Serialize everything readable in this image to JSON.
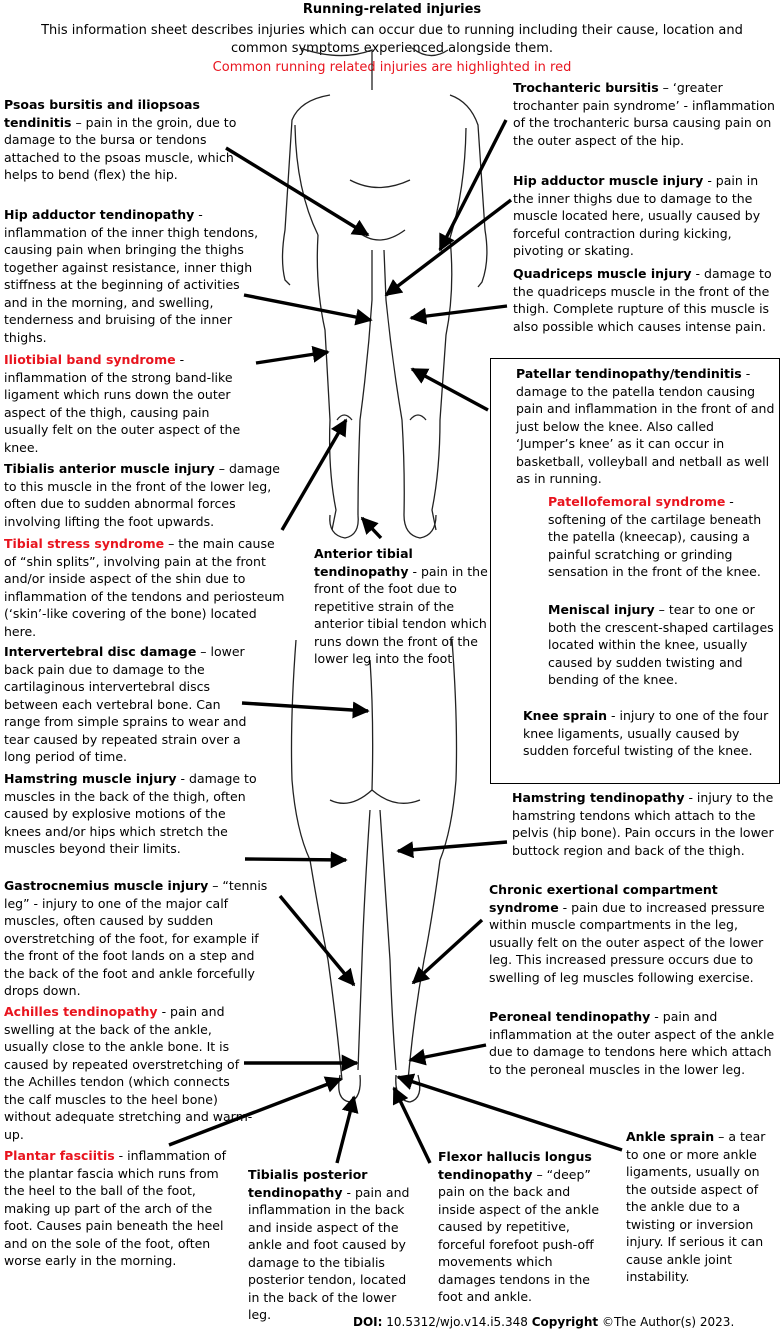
{
  "header": {
    "title": "Running-related injuries",
    "description": "This information sheet describes injuries which can occur due to running including their cause, location and common symptoms experienced alongside them.",
    "highlight_note": "Common running related injuries are highlighted in red",
    "highlight_color": "#e8141e"
  },
  "injuries": {
    "psoas": {
      "name": "Psoas bursitis and iliopsoas tendinitis",
      "desc": " – pain in the groin, due to damage to the bursa or tendons attached to the psoas muscle, which helps to bend (flex) the hip."
    },
    "hip_add_tend": {
      "name": "Hip adductor tendinopathy",
      "desc": " - inflammation of the inner thigh tendons, causing pain when bringing the thighs together against resistance, inner thigh stiffness at the beginning of activities and in the morning, and swelling, tenderness and bruising of the inner thighs."
    },
    "itb": {
      "name": "Iliotibial band syndrome",
      "desc": " - inflammation of the strong band-like ligament which runs down the outer aspect of the thigh, causing pain usually felt on the outer aspect of the knee."
    },
    "tib_ant": {
      "name": "Tibialis anterior muscle injury",
      "desc": " – damage to this muscle in the front of the lower leg, often due to sudden abnormal forces involving lifting the foot upwards."
    },
    "tib_stress": {
      "name": "Tibial stress syndrome",
      "desc": " – the main cause of “shin splits”, involving pain at the front and/or inside aspect of the shin due to inflammation of the tendons and periosteum (‘skin’-like covering of the bone) located here."
    },
    "disc": {
      "name": "Intervertebral disc damage",
      "desc": " – lower back pain due to damage to the cartilaginous intervertebral discs between each vertebral bone. Can range from simple sprains to wear and tear caused by repeated strain over a long period of time."
    },
    "ham_muscle": {
      "name": "Hamstring muscle injury",
      "desc": " - damage to muscles in the back of the thigh, often caused by explosive motions of the knees and/or hips which stretch the muscles beyond their limits."
    },
    "gastro": {
      "name": "Gastrocnemius muscle injury",
      "desc": " – “tennis leg” - injury to one of the major calf muscles, often caused by sudden overstretching of the foot, for example if the front of the foot lands on a step and the back of the foot and ankle forcefully drops down."
    },
    "achilles": {
      "name": "Achilles tendinopathy",
      "desc": " - pain and swelling at the back of the ankle, usually close to the ankle bone. It is caused by repeated overstretching of the Achilles tendon (which connects the calf muscles to the heel bone) without adequate stretching and warm-up."
    },
    "plantar": {
      "name": "Plantar fasciitis",
      "desc": " - inflammation of the plantar fascia which runs from the heel to the ball of the foot, making up part of the arch of the foot. Causes pain beneath the heel and on the sole of the foot, often worse early in the morning."
    },
    "tib_post": {
      "name": "Tibialis posterior tendinopathy",
      "desc": " - pain and inflammation in the back and inside aspect of the ankle and foot caused by damage to the tibialis posterior tendon, located in the back of the lower leg."
    },
    "flexor": {
      "name": "Flexor hallucis longus tendinopathy",
      "desc": " – “deep” pain on the back and inside aspect of the ankle caused by repetitive, forceful forefoot push-off movements which damages tendons in the foot and ankle."
    },
    "ankle": {
      "name": "Ankle sprain",
      "desc": " – a tear to one or more ankle ligaments, usually on the outside aspect of the ankle due to a twisting or inversion injury. If serious it can cause ankle joint instability."
    },
    "troch": {
      "name": "Trochanteric bursitis",
      "desc": " – ‘greater trochanter pain syndrome’ - inflammation of the trochanteric bursa causing pain on the outer aspect of the hip."
    },
    "hip_add_muscle": {
      "name": "Hip adductor muscle injury",
      "desc": " - pain in the inner thighs due to damage to the muscle located here, usually caused by forceful contraction during kicking, pivoting or skating."
    },
    "quad": {
      "name": "Quadriceps muscle injury",
      "desc": " - damage to the quadriceps muscle in the front of the thigh. Complete rupture of this muscle is also possible which causes intense pain."
    },
    "patellar": {
      "name": "Patellar tendinopathy/tendinitis",
      "desc": " - damage to the patella tendon causing pain and inflammation in  the front of and just below the knee. Also called ‘Jumper’s knee’ as it can occur in basketball, volleyball and netball as well as in running."
    },
    "patellofemoral": {
      "name": "Patellofemoral syndrome",
      "desc": " - softening of the cartilage beneath the patella (kneecap), causing a painful scratching or grinding sensation in the front of the knee."
    },
    "meniscal": {
      "name": "Meniscal injury",
      "desc": " – tear to one or both the crescent-shaped cartilages located within the knee, usually caused by sudden twisting and bending of the knee."
    },
    "knee_sprain": {
      "name": "Knee sprain",
      "desc": " - injury to one of the four knee ligaments, usually caused by sudden forceful twisting of the knee."
    },
    "ant_tib": {
      "name": "Anterior tibial tendinopathy",
      "desc": " - pain in the front of the foot due to repetitive strain of the anterior tibial tendon which runs down the front of the lower leg into the foot"
    },
    "ham_tend": {
      "name": "Hamstring tendinopathy",
      "desc": " - injury to the hamstring tendons which attach to the pelvis (hip bone). Pain occurs in the lower buttock region and back of the thigh."
    },
    "cecs": {
      "name": "Chronic exertional compartment syndrome",
      "desc": " - pain due to increased pressure within muscle compartments in the leg, usually felt on the outer aspect of the lower leg. This increased pressure occurs due to swelling of leg muscles following exercise."
    },
    "peroneal": {
      "name": "Peroneal tendinopathy",
      "desc": " - pain and inflammation at the outer aspect of the ankle due to damage to tendons here which attach to the peroneal muscles in the lower leg."
    }
  },
  "footer": {
    "doi_label": "DOI:",
    "doi": "10.5312/wjo.v14.i5.348",
    "copyright_label": "Copyright",
    "copyright": "©The Author(s) 2023."
  }
}
